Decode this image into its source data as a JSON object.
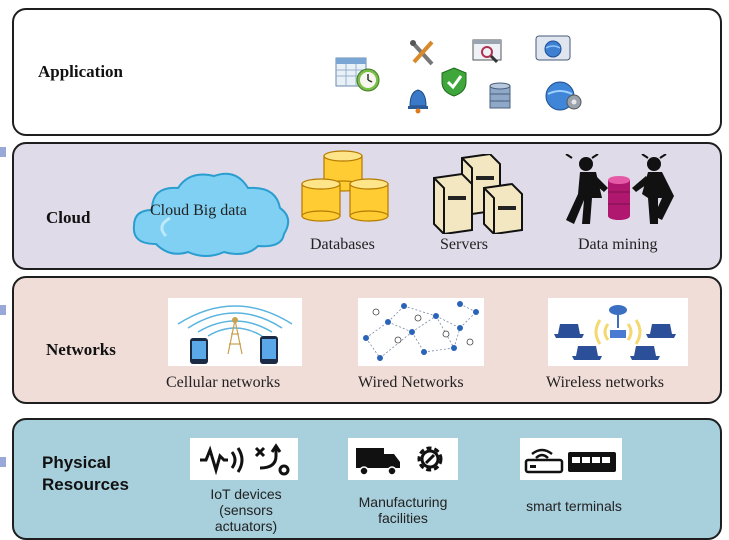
{
  "colors": {
    "application_bg": "#ffffff",
    "cloud_bg": "#e0dbe8",
    "networks_bg": "#f1ddd8",
    "physical_bg": "#a7cfdc",
    "border": "#1e1e1e"
  },
  "layers": {
    "application": {
      "title": "Application",
      "icons": [
        "calendar-clock-icon",
        "tools-icon",
        "shield-check-icon",
        "search-window-icon",
        "globe-window-icon",
        "bell-icon",
        "database-icon",
        "globe-gear-icon"
      ]
    },
    "cloud": {
      "title": "Cloud",
      "cloud_label": "Cloud Big data",
      "databases_label": "Databases",
      "servers_label": "Servers",
      "datamining_label": "Data mining"
    },
    "networks": {
      "title": "Networks",
      "cellular_label": "Cellular networks",
      "wired_label": "Wired Networks",
      "wireless_label": "Wireless networks"
    },
    "physical": {
      "title_line1": "Physical",
      "title_line2": "Resources",
      "iot_line1": "IoT devices",
      "iot_line2": "(sensors",
      "iot_line3": "actuators)",
      "manufacturing_line1": "Manufacturing",
      "manufacturing_line2": "facilities",
      "terminals_label": "smart terminals"
    }
  }
}
